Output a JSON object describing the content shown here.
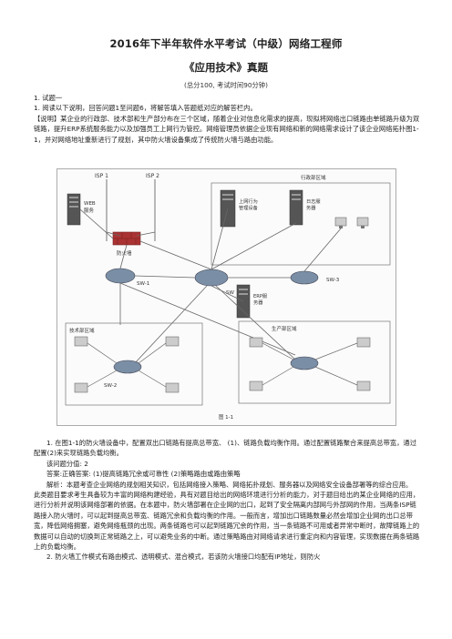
{
  "doc": {
    "title": "2016年下半年软件水平考试（中级）网络工程师",
    "subtitle": "《应用技术》真题",
    "meta": "(总分100, 考试时间90分钟)",
    "q1_heading": "1. 试题一",
    "q1_sub": "1. 阅读以下说明，回答问题1至问题6，将解答填入答题纸对应的解答栏内。",
    "p1": "【说明】某企业的行政部、技术部和生产部分布在三个区域，随着企业对信息化需求的提高，现拟将网络出口链路由单链路升级为双链路，提升ERP系统服务能力以及加强员工上网行为管控。网络管理员依据企业现有网络和新的网络需求设计了该企业网络拓扑图1-1，并对网络地址重新进行了规划，其中防火墙设备集成了传统防火墙与路由功能。",
    "q1_text": "1. 在图1-1的防火墙设备中，配置双出口链路有提高总带宽、 (1)、链路负载均衡作用。通过配置链路聚合来提高总带宽，通过配置(2)来实现链路负载均衡。",
    "score": "该问题分值: 2",
    "answer": "答案:正确答案: (1)提高链路冗余或可靠性 (2)策略路由或路由策略",
    "analysis1": "解析：本题考查企业网络的规划相关知识，包括网络接入策略、网络拓扑规划、服务器以及网络安全设备部署等的综合应用。 此类题目要求考生具备较为丰富的网络构建经验，具有对题目给出的网络环境进行分析的能力，对于题目给出的某企业网络的应用，进行分析并说明该网络部署的依据。在本题中，防火墙部署在企业网的出口，起到了安全隔离内部网与外部网的作用，当两条ISP链路接入防火墙时，可以起到提高总带宽、链路冗余和负载均衡的作用。一般而言，增加出口链路数量必然会增加企业网的出口总带宽，降低网络拥塞，避免网络瓶颈的出现。两条链路也可以起到链路冗余的作用，当一条链路不可用或者异常中断时，故障链路上的数据可以自动的切换到正常链路之上，可以避免业务的中断。通过策略路由对网络请求进行重定向和内容管理，实现数据在两条链路上的负载均衡。",
    "q2_text": "2. 防火墙工作模式有路由模式、透明模式、混合模式，若该防火墙接口均配有IP地址，则防火"
  },
  "figure": {
    "isp1": "ISP 1",
    "isp2": "ISP 2",
    "web_server": "WEB\n服务",
    "firewall": "防火墙",
    "admin_zone": "行政部区域",
    "behavior_mgmt": "上网行为\n管理设备",
    "log_server": "日志服\n务器",
    "sw1": "SW-1",
    "sw": "SW",
    "sw3": "SW-3",
    "erp_server": "ERP服\n务器",
    "tech_zone": "技术部区域",
    "prod_zone": "生产部区域",
    "sw2": "SW-2",
    "caption": "图 1-1"
  }
}
